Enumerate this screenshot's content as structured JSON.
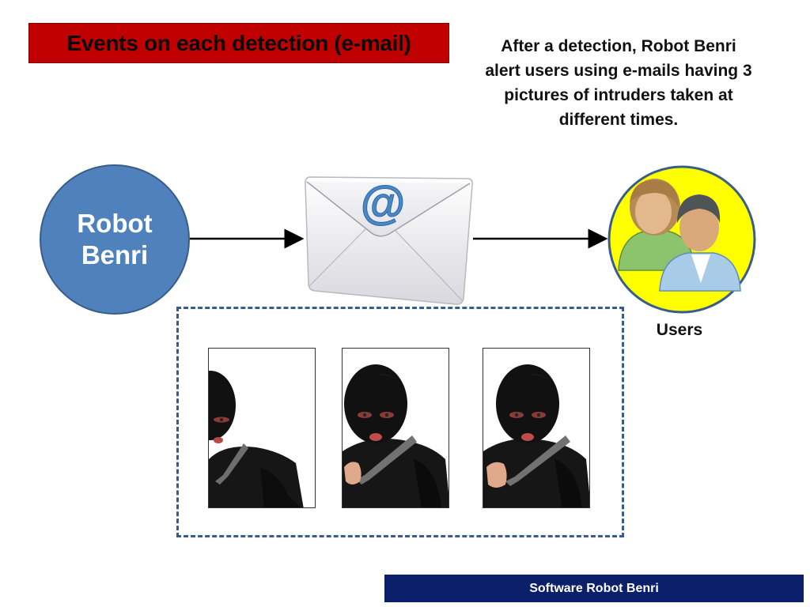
{
  "title": "Events on each detection (e-mail)",
  "description": "After a detection, Robot Benri alert users using e-mails having 3 pictures of intruders taken at different times.",
  "robot_label": "Robot\nBenri",
  "users_label": "Users",
  "footer_text": "Software Robot Benri",
  "colors": {
    "title_bg": "#c00000",
    "robot_fill": "#4f81bd",
    "users_fill": "#ffff00",
    "footer_bg": "#0b1f6b",
    "dash_border": "#385d8a"
  },
  "icons": [
    "email-envelope-icon",
    "users-icon",
    "intruder-photo"
  ]
}
